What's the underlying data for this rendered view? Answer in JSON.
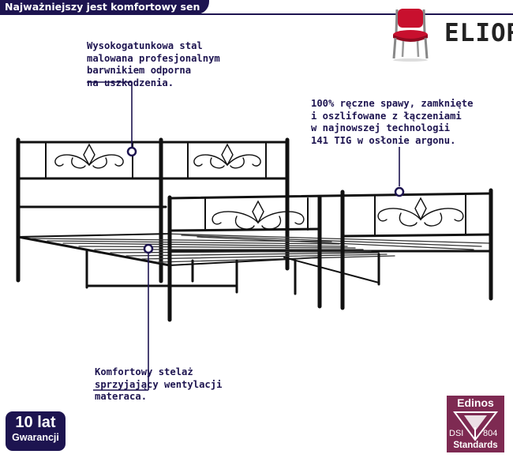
{
  "header": {
    "title": "Najważniejszy jest komfortowy sen"
  },
  "brand": {
    "name": "ELIOR",
    "icon": "chair-icon",
    "accent": "#c8102e"
  },
  "callouts": {
    "steel": "Wysokogatunkowa stal\nmalowana profesjonalnym\nbarwnikiem odporna\nna uszkodzenia.",
    "welds": "100% ręczne spawy, zamknięte\ni oszlifowane z łączeniami\nw najnowszej technologii\n141 TIG w osłonie argonu.",
    "frame": "Komfortowy stelaż\nsprzyjający wentylacji\nmateraca."
  },
  "warranty": {
    "years": "10 lat",
    "label": "Gwarancji"
  },
  "certificate": {
    "name": "Edinos",
    "dsi": "DSI",
    "number": "804",
    "standards": "Standards"
  },
  "colors": {
    "navy": "#1d1450",
    "cert": "#7e2a52",
    "frame": "#111111"
  }
}
